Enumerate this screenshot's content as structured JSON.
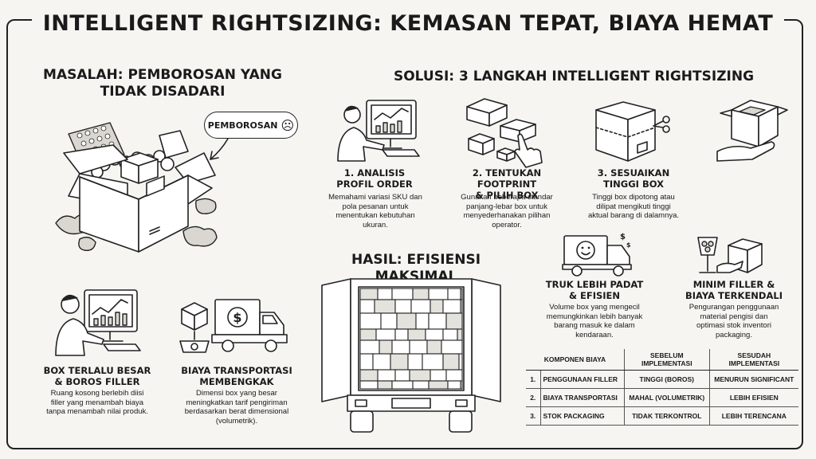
{
  "title": "INTELLIGENT RIGHTSIZING: KEMASAN TEPAT, BIAYA HEMAT",
  "masalah": {
    "heading_line1": "MASALAH: PEMBOROSAN YANG",
    "heading_line2": "TIDAK DISADARI",
    "bubble": "PEMBOROSAN",
    "bubble_icon": "☹",
    "items": [
      {
        "title_line1": "BOX TERLALU BESAR",
        "title_line2": "& BOROS FILLER",
        "desc_line1": "Ruang kosong berlebih diisi",
        "desc_line2": "filler yang menambah biaya",
        "desc_line3": "tanpa menambah nilai produk."
      },
      {
        "title_line1": "BIAYA TRANSPORTASI",
        "title_line2": "MEMBENGKAK",
        "desc_line1": "Dimensi box yang besar",
        "desc_line2": "meningkatkan tarif pengiriman",
        "desc_line3": "berdasarkan berat dimensional",
        "desc_line4": "(volumetrik)."
      }
    ]
  },
  "solusi": {
    "heading": "SOLUSI: 3 LANGKAH INTELLIGENT RIGHTSIZING",
    "steps": [
      {
        "title_line1": "1. ANALISIS",
        "title_line2": "PROFIL ORDER",
        "desc_line1": "Memahami variasi SKU dan",
        "desc_line2": "pola pesanan untuk",
        "desc_line3": "menentukan kebutuhan",
        "desc_line4": "ukuran."
      },
      {
        "title_line1": "2. TENTUKAN FOOTPRINT",
        "title_line2": "& PILIH BOX",
        "desc_line1": "Gunakan beberapa standar",
        "desc_line2": "panjang-lebar box untuk",
        "desc_line3": "menyederhanakan pilihan",
        "desc_line4": "operator."
      },
      {
        "title_line1": "3. SESUAIKAN",
        "title_line2": "TINGGI BOX",
        "desc_line1": "Tinggi box dipotong atau",
        "desc_line2": "dilipat mengikuti tinggi",
        "desc_line3": "aktual barang di dalamnya."
      }
    ]
  },
  "hasil": {
    "heading": "HASIL: EFISIENSI MAKSIMAL",
    "items": [
      {
        "title_line1": "TRUK LEBIH PADAT",
        "title_line2": "& EFISIEN",
        "desc_line1": "Volume box yang mengecil",
        "desc_line2": "memungkinkan lebih banyak",
        "desc_line3": "barang masuk ke dalam",
        "desc_line4": "kendaraan."
      },
      {
        "title_line1": "MINIM FILLER &",
        "title_line2": "BIAYA TERKENDALI",
        "desc_line1": "Pengurangan penggunaan",
        "desc_line2": "material pengisi dan",
        "desc_line3": "optimasi stok inventori",
        "desc_line4": "packaging."
      }
    ]
  },
  "table": {
    "headers": [
      "KOMPONEN BIAYA",
      "SEBELUM IMPLEMENTASI",
      "SESUDAH IMPLEMENTASI"
    ],
    "header_lines": {
      "col1": "KOMPONEN BIAYA",
      "col2_line1": "SEBELUM",
      "col2_line2": "IMPLEMENTASI",
      "col3_line1": "SESUDAH",
      "col3_line2": "IMPLEMENTASI"
    },
    "rows": [
      {
        "num": "1.",
        "komponen": "PENGGUNAAN FILLER",
        "sebelum": "TINGGI (BOROS)",
        "sesudah": "MENURUN SIGNIFICANT"
      },
      {
        "num": "2.",
        "komponen": "BIAYA TRANSPORTASI",
        "sebelum": "MAHAL (VOLUMETRIK)",
        "sesudah": "LEBIH EFISIEN"
      },
      {
        "num": "3.",
        "komponen": "STOK PACKAGING",
        "sebelum": "TIDAK TERKONTROL",
        "sesudah": "LEBIH TERENCANA"
      }
    ]
  },
  "icons": {
    "truck_money": "dollar-icon",
    "dollar_sign": "$"
  }
}
